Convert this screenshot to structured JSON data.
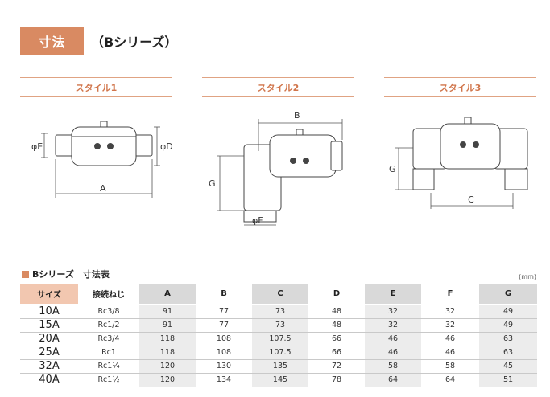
{
  "header": {
    "title": "寸法",
    "subtitle": "（Bシリーズ）"
  },
  "styles": [
    {
      "label": "スタイル1",
      "dims": {
        "phi_e": "φE",
        "phi_d": "φD",
        "a": "A"
      }
    },
    {
      "label": "スタイル2",
      "dims": {
        "b": "B",
        "g": "G",
        "phi_f": "φF"
      }
    },
    {
      "label": "スタイル3",
      "dims": {
        "g": "G",
        "c": "C"
      }
    }
  ],
  "table": {
    "title": "Bシリーズ　寸法表",
    "unit": "(mm)",
    "columns": [
      "サイズ",
      "接続ねじ",
      "A",
      "B",
      "C",
      "D",
      "E",
      "F",
      "G"
    ],
    "rows": [
      [
        "10A",
        "Rc3/8",
        "91",
        "77",
        "73",
        "48",
        "32",
        "32",
        "49"
      ],
      [
        "15A",
        "Rc1/2",
        "91",
        "77",
        "73",
        "48",
        "32",
        "32",
        "49"
      ],
      [
        "20A",
        "Rc3/4",
        "118",
        "108",
        "107.5",
        "66",
        "46",
        "46",
        "63"
      ],
      [
        "25A",
        "Rc1",
        "118",
        "108",
        "107.5",
        "66",
        "46",
        "46",
        "63"
      ],
      [
        "32A",
        "Rc1¼",
        "120",
        "130",
        "135",
        "72",
        "58",
        "58",
        "45"
      ],
      [
        "40A",
        "Rc1½",
        "120",
        "134",
        "145",
        "78",
        "64",
        "64",
        "51"
      ]
    ]
  },
  "colors": {
    "accent": "#d98a62",
    "accent_light": "#f2c7b0",
    "header_gray": "#d9d9d9"
  }
}
